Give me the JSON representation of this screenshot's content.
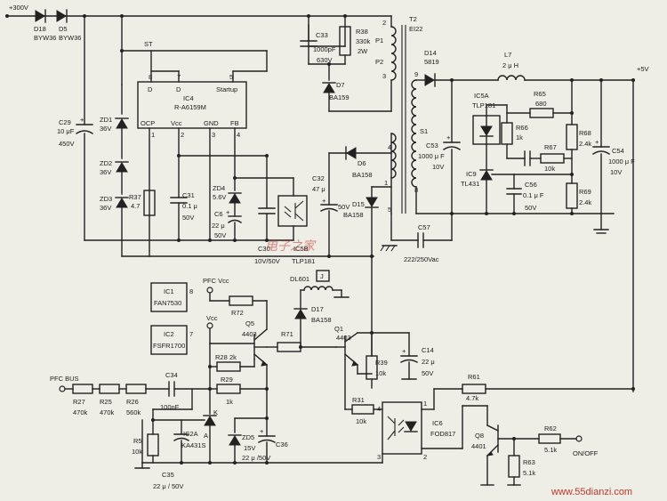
{
  "labels": {
    "vin": "+300V",
    "d18": "D18",
    "d18v": "BYW36",
    "d5": "D5",
    "d5v": "BYW36",
    "st": "ST",
    "ic4": "IC4",
    "ic4v": "R-A6159M",
    "pin8": "8",
    "pin7": "7",
    "pin5": "5",
    "pin1": "1",
    "pin2": "2",
    "pin3": "3",
    "pin4": "4",
    "pd1": "D",
    "pd2": "D",
    "startup": "Startup",
    "ocp": "OCP",
    "vcc": "Vcc",
    "gnd": "GND",
    "fb": "FB",
    "c29": "C29",
    "c29v": "10 μF",
    "c29v2": "450V",
    "zd1": "ZD1",
    "zd1v": "36V",
    "zd2": "ZD2",
    "zd2v": "36V",
    "zd3": "ZD3",
    "zd3v": "36V",
    "r37": "R37",
    "r37v": "4.7",
    "c31": "C31",
    "c31v": "0.1 μ",
    "c31v2": "50V",
    "zd4": "ZD4",
    "zd4v": "5.6V",
    "c6": "C6",
    "c6v": "22 μ",
    "c6v2": "50V",
    "c30": "C30",
    "c30v": "10V/50V",
    "ic5b": "IC5B",
    "ic5bv": "TLP181",
    "c33": "C33",
    "c33v": "1000pF",
    "c33v2": "630V",
    "r38": "R38",
    "r38v": "330k",
    "r38v2": "2W",
    "d7": "D7",
    "d7v": "BA159",
    "t2": "T2",
    "t2v": "EI22",
    "p1": "P1",
    "p2": "P2",
    "s1": "S1",
    "tp2": "2",
    "tp3": "3",
    "tp4": "4",
    "tp1": "1",
    "tp5": "5",
    "tp9": "9",
    "tp8": "8",
    "d6": "D6",
    "d6v": "BA158",
    "c32": "C32",
    "c32v": "47 μ",
    "c32v2": "50V",
    "d15": "D15",
    "d15v": "BA158",
    "d14": "D14",
    "d14v": "5819",
    "l7": "L7",
    "l7v": "2 μ H",
    "vout": "+5V",
    "c53": "C53",
    "c53v": "1000 μ F",
    "c53v2": "10V",
    "ic5a": "IC5A",
    "ic5av": "TLP181",
    "r65": "R65",
    "r65v": "680",
    "r66": "R66",
    "r66v": "1k",
    "r67": "R67",
    "r67v": "10k",
    "r68": "R68",
    "r68v": "2.4k",
    "c54": "C54",
    "c54v": "1000 μ F",
    "c54v2": "10V",
    "ic9": "IC9",
    "ic9v": "TL431",
    "c56": "C56",
    "c56v": "0.1 μ F",
    "c56v2": "50V",
    "r69": "R69",
    "r69v": "2.4k",
    "c57": "C57",
    "c57v": "222/250Vac",
    "dl601": "DL601",
    "j": "J",
    "d17": "D17",
    "d17v": "BA158",
    "ic1": "IC1",
    "ic1v": "FAN7530",
    "pfcvcc": "PFC Vcc",
    "ic1pin": "8",
    "r72": "R72",
    "ic2": "IC2",
    "ic2v": "FSFR1700",
    "vcc2": "Vcc",
    "ic2pin": "7",
    "q5": "Q5",
    "q5v": "4403",
    "r71": "R71",
    "q1": "Q1",
    "q1v": "4403",
    "c14": "C14",
    "c14v": "22 μ",
    "c14v2": "50V",
    "r28": "R28",
    "r28v": "2k",
    "r29": "R29",
    "r29v": "1k",
    "r39": "R39",
    "r39v": "10k",
    "pfcbus": "PFC BUS",
    "r27": "R27",
    "r27v": "470k",
    "r25": "R25",
    "r25v": "470k",
    "r26": "R26",
    "r26v": "560k",
    "c34": "C34",
    "c34v": "100nF",
    "k": "K",
    "a": "A",
    "ic2a": "IC2A",
    "ic2av": "KA431S",
    "r5": "R5",
    "r5v": "10k",
    "zd5": "ZD5",
    "zd5v": "15V",
    "c36": "C36",
    "c36v": "22 μ /50V",
    "c35": "C35",
    "c35v": "22 μ / 50V",
    "r61": "R61",
    "r61v": "4.7k",
    "r31": "R31",
    "r31v": "10k",
    "ic6": "IC6",
    "ic6v": "FOD817",
    "op4": "4",
    "op1": "1",
    "op3": "3",
    "op2": "2",
    "q8": "Q8",
    "q8v": "4401",
    "r62": "R62",
    "r62v": "5.1k",
    "r63": "R63",
    "r63v": "5.1k",
    "onoff": "ON/OFF",
    "site": "www.55dianzi.com",
    "watermark": "电子之家"
  }
}
